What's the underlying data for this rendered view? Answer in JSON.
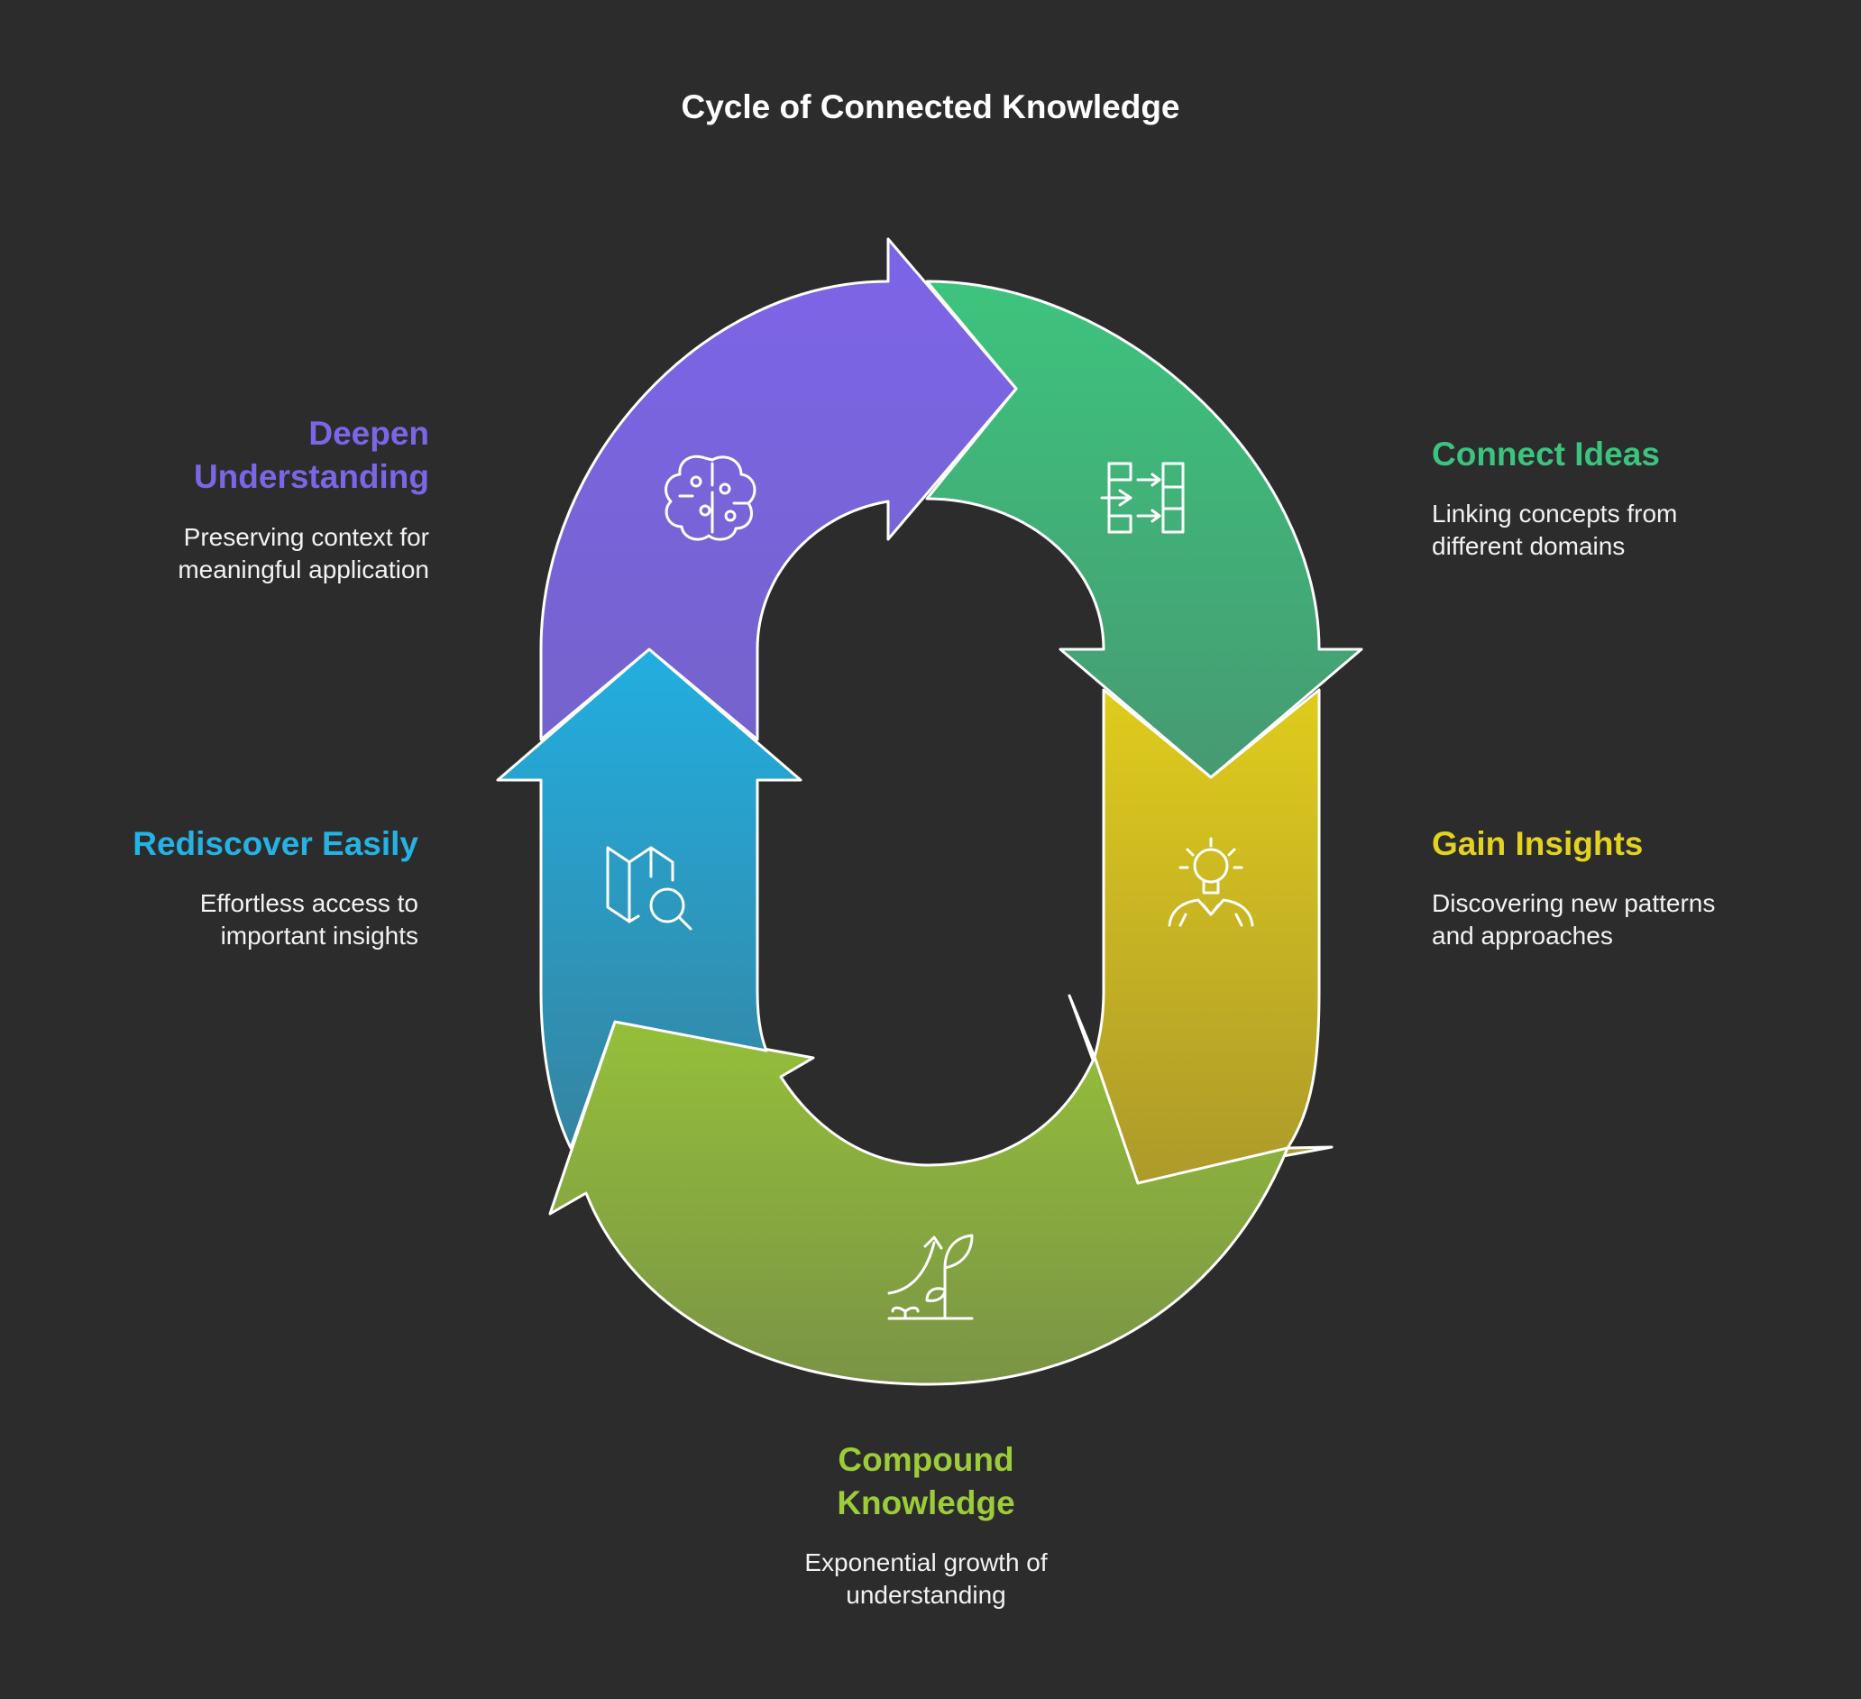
{
  "title": "Cycle of Connected Knowledge",
  "stages": {
    "connect": {
      "title": "Connect Ideas",
      "description_line1": "Linking concepts from",
      "description_line2": "different domains",
      "color": "#3cc47e",
      "icon": "transfer-icon"
    },
    "gain": {
      "title": "Gain Insights",
      "description_line1": "Discovering new patterns",
      "description_line2": "and approaches",
      "color": "#e3d21f",
      "icon": "lightbulb-person-icon"
    },
    "compound": {
      "title_line1": "Compound",
      "title_line2": "Knowledge",
      "description_line1": "Exponential growth of",
      "description_line2": "understanding",
      "color": "#9ccc3a",
      "icon": "growing-plant-icon"
    },
    "rediscover": {
      "title": "Rediscover Easily",
      "description_line1": "Effortless access to",
      "description_line2": "important insights",
      "color": "#25b2e4",
      "icon": "map-search-icon"
    },
    "deepen": {
      "title_line1": "Deepen",
      "title_line2": "Understanding",
      "description_line1": "Preserving context for",
      "description_line2": "meaningful application",
      "color": "#7b66e6",
      "icon": "brain-icon"
    }
  }
}
